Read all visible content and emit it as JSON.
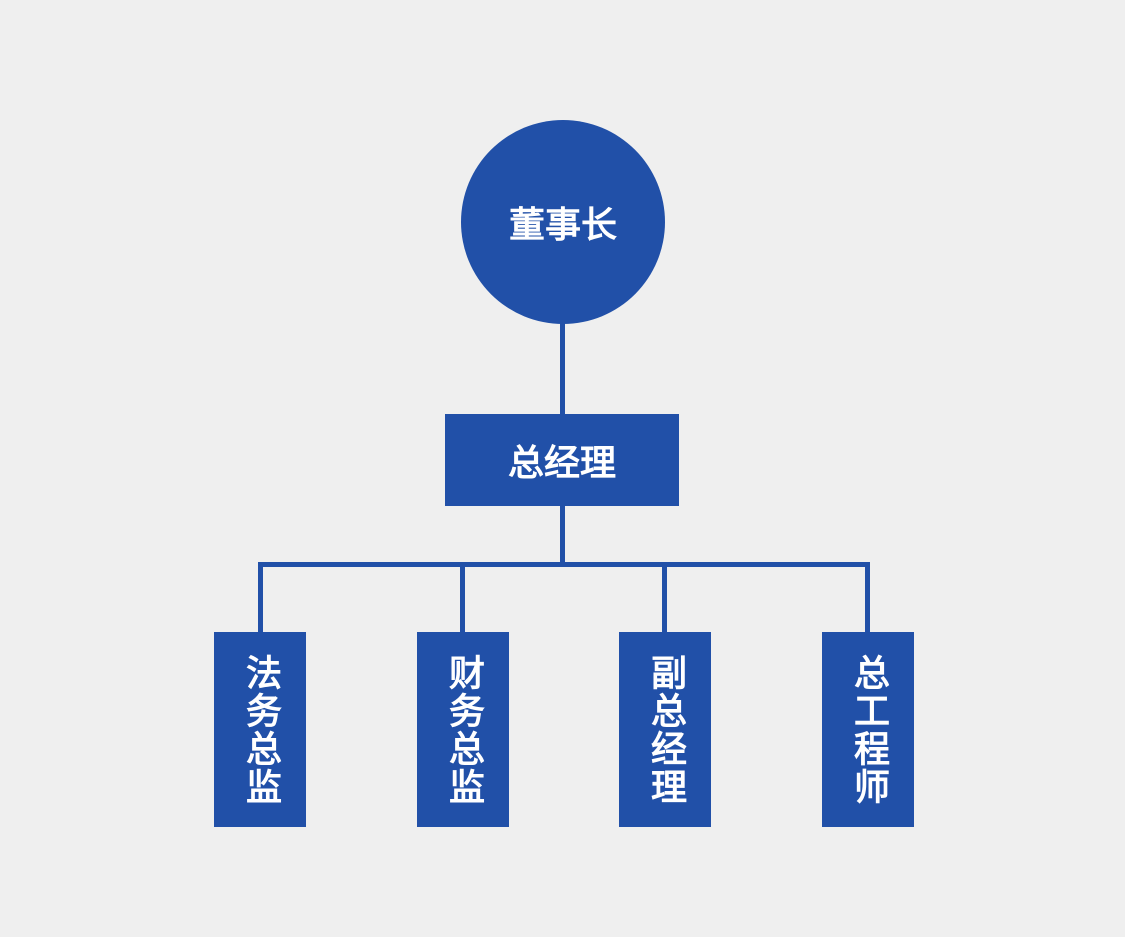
{
  "diagram": {
    "type": "org-chart",
    "root": {
      "label": "董事长",
      "shape": "circle"
    },
    "level2": {
      "label": "总经理",
      "shape": "rectangle"
    },
    "level3": [
      {
        "label": "法务总监",
        "shape": "vertical-rectangle"
      },
      {
        "label": "财务总监",
        "shape": "vertical-rectangle"
      },
      {
        "label": "副总经理",
        "shape": "vertical-rectangle"
      },
      {
        "label": "总工程师",
        "shape": "vertical-rectangle"
      }
    ]
  },
  "colors": {
    "node_fill": "#2150a8",
    "connector": "#2150a8",
    "node_text": "#ffffff",
    "background": "#efefef"
  }
}
